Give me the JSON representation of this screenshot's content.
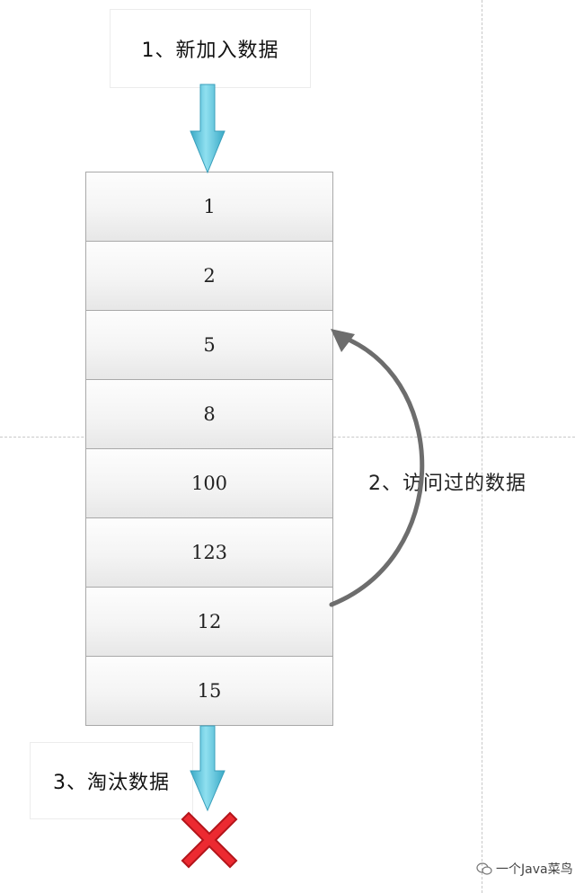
{
  "labels": {
    "new_data": "1、新加入数据",
    "accessed_data": "2、访问过的数据",
    "evicted_data": "3、淘汰数据"
  },
  "cache_entries": [
    "1",
    "2",
    "5",
    "8",
    "100",
    "123",
    "12",
    "15"
  ],
  "watermark": "一个Java菜鸟",
  "colors": {
    "arrow_down": "#5bc4dc",
    "curve_arrow": "#6d6d6d",
    "cross": "#e8242b"
  },
  "icons": [
    "arrow-down-icon",
    "curved-arrow-icon",
    "cross-icon",
    "wechat-icon"
  ]
}
